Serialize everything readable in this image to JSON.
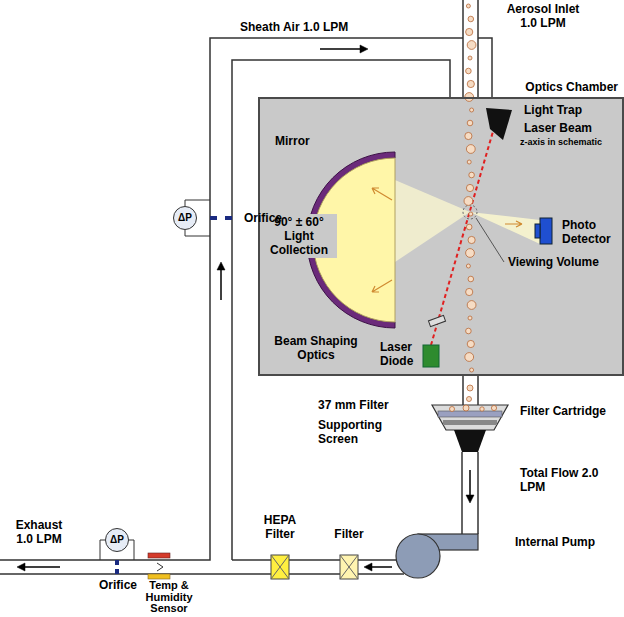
{
  "diagram": {
    "nodes": [
      {
        "text": [
          "Optics Chamber"
        ]
      },
      {
        "text": [
          "ΔP"
        ]
      },
      {
        "text": [
          "ΔP"
        ]
      }
    ],
    "labels": [
      "Aerosol Inlet 1.0 LPM",
      "Sheath Air 1.0 LPM",
      "Mirror",
      "Light Trap",
      "Laser Beam",
      "z-axis in schematic",
      "Photo Detector",
      "90° ± 60° Light Collection",
      "Viewing Volume",
      "Beam Shaping Optics",
      "Laser Diode",
      "37 mm Filter",
      "Supporting Screen",
      "Filter Cartridge",
      "Total Flow 2.0 LPM",
      "Internal Pump",
      "HEPA Filter",
      "Filter",
      "Exhaust 1.0 LPM",
      "Orifice",
      "Orifice",
      "Temp & Humidity Sensor"
    ]
  }
}
